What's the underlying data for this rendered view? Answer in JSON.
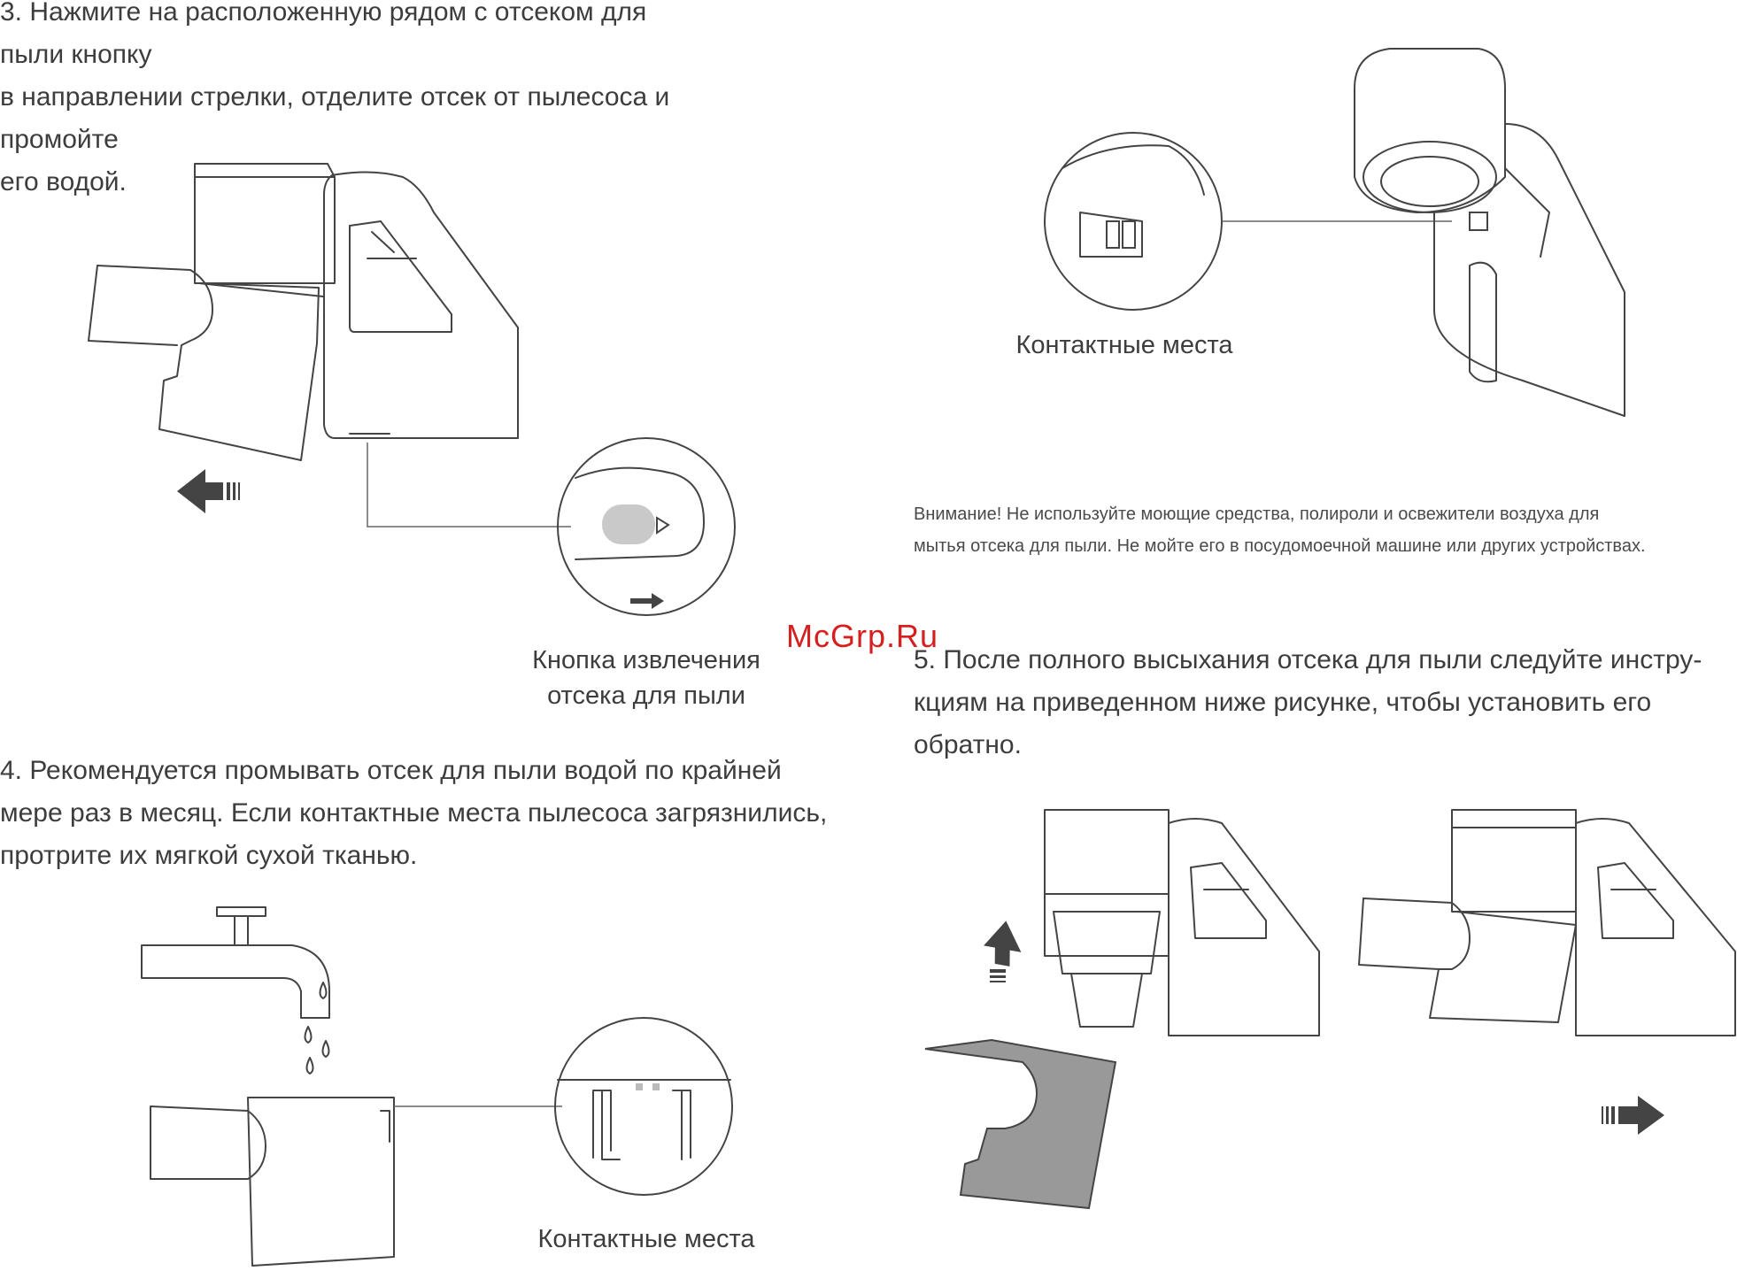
{
  "step3": {
    "lines": [
      "3. Нажмите на расположенную рядом с отсеком для пыли кнопку",
      "в направлении стрелки, отделите отсек от пылесоса и промойте",
      "его водой."
    ],
    "button_caption": [
      "Кнопка извлечения",
      "отсека для пыли"
    ]
  },
  "contacts_top": {
    "caption": "Контактные места"
  },
  "warning": {
    "lines": [
      "Внимание! Не используйте моющие средства, полироли и освежители воздуха для",
      "мытья отсека для пыли. Не мойте его в посудомоечной машине или других устройствах."
    ]
  },
  "watermark": "McGrp.Ru",
  "step4": {
    "lines": [
      "4. Рекомендуется промывать отсек для пыли водой по крайней",
      "мере раз в месяц. Если контактные места пылесоса загрязнились,",
      "протрите их мягкой сухой тканью."
    ],
    "caption": "Контактные места"
  },
  "step5": {
    "lines": [
      "5. После полного высыхания отсека для пыли следуйте инстру-",
      "кциям на приведенном ниже рисунке, чтобы установить его",
      "обратно."
    ]
  },
  "icons": [
    "arrow-left-icon",
    "arrow-right-icon",
    "arrow-up-icon",
    "eject-triangle-icon",
    "water-drop-icon"
  ],
  "colors": {
    "line": "#444444",
    "button_fill": "#c9c9c9",
    "bin_fill": "#999999",
    "arrow": "#444444",
    "watermark": "#d62020"
  }
}
